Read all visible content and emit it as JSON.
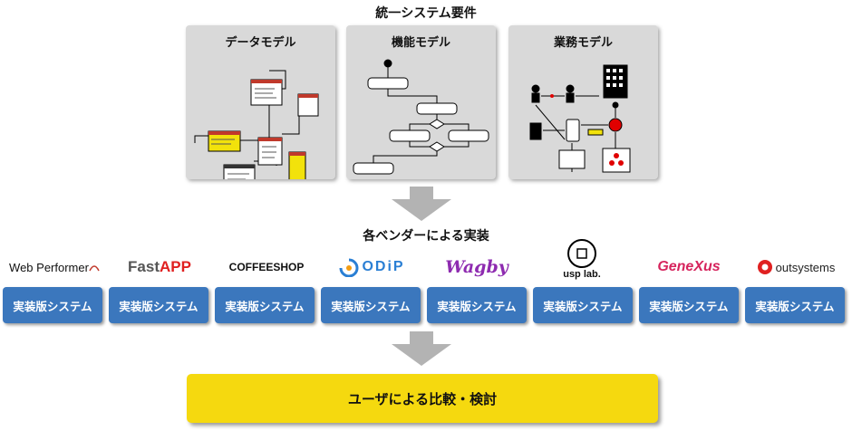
{
  "header": {
    "title": "統一システム要件"
  },
  "models": [
    {
      "label": "データモデル"
    },
    {
      "label": "機能モデル"
    },
    {
      "label": "業務モデル"
    }
  ],
  "vendors_section": {
    "title": "各ベンダーによる実装"
  },
  "vendors": [
    {
      "name": "Web Performer",
      "system_label": "実装版システム"
    },
    {
      "name": "FastAPP",
      "system_label": "実装版システム"
    },
    {
      "name": "COFFEESHOP",
      "system_label": "実装版システム"
    },
    {
      "name": "ODiP",
      "system_label": "実装版システム"
    },
    {
      "name": "Wagby",
      "system_label": "実装版システム"
    },
    {
      "name": "usp lab.",
      "system_label": "実装版システム"
    },
    {
      "name": "GeneXus",
      "system_label": "実装版システム"
    },
    {
      "name": "outsystems",
      "system_label": "実装版システム"
    }
  ],
  "result": {
    "label": "ユーザによる比較・検討"
  },
  "colors": {
    "implBlue": "#3b77bd",
    "resultYellow": "#f5d90f",
    "panelGray": "#d9d9d9",
    "arrowGray": "#b3b3b3"
  },
  "icons": [
    "down-arrow-icon",
    "person-icon",
    "building-icon",
    "phone-icon",
    "monitor-icon"
  ]
}
